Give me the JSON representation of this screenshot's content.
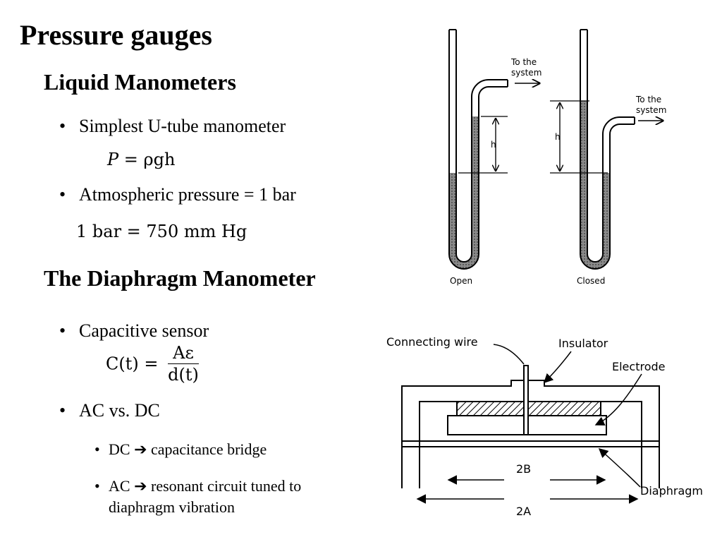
{
  "slide": {
    "title": "Pressure gauges",
    "section1": {
      "heading": "Liquid Manometers",
      "bullet1": "Simplest U-tube manometer",
      "eq1_lhs": "P",
      "eq1_rhs": "= ρgh",
      "bullet2": "Atmospheric pressure = 1 bar",
      "eq2": "1 bar = 750 mm Hg"
    },
    "section2": {
      "heading": "The Diaphragm Manometer",
      "bullet1": "Capacitive sensor",
      "eq_lhs": "C(t) =",
      "eq_num": "Aε",
      "eq_den": "d(t)",
      "bullet2": "AC vs. DC",
      "sub1_prefix": "DC",
      "sub1_text": "capacitance bridge",
      "sub2_prefix": "AC",
      "sub2_text_line1": "resonant circuit tuned to",
      "sub2_text_line2": "diaphragm vibration",
      "arrow_glyph": "➔"
    },
    "manometer_figure": {
      "left_label": "Open",
      "right_label": "Closed",
      "system_label_line1": "To the",
      "system_label_line2": "system",
      "height_label": "h"
    },
    "diaphragm_figure": {
      "label_wire": "Connecting wire",
      "label_insulator": "Insulator",
      "label_electrode": "Electrode",
      "label_diaphragm": "Diaphragm",
      "dim_inner": "2B",
      "dim_outer": "2A"
    }
  }
}
